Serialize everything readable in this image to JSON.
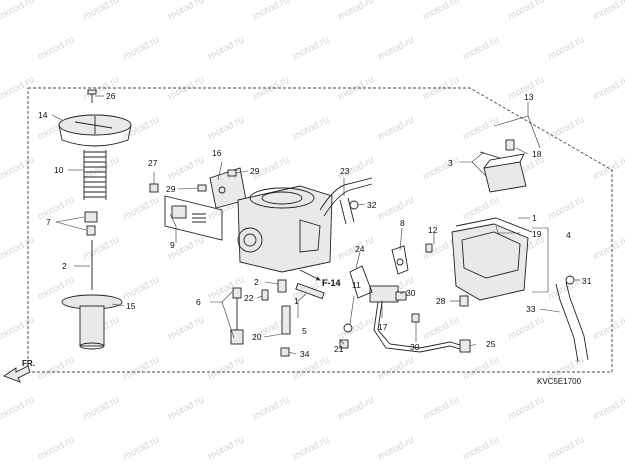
{
  "watermark": "motod.ru",
  "diagram_code": "KVC5E1700",
  "direction_label": "FR.",
  "section_ref": "F-14",
  "callouts": [
    "26",
    "14",
    "10",
    "7",
    "2",
    "15",
    "27",
    "29",
    "16",
    "29",
    "9",
    "23",
    "32",
    "8",
    "1",
    "12",
    "19",
    "4",
    "13",
    "3",
    "18",
    "2",
    "22",
    "6",
    "20",
    "34",
    "1",
    "5",
    "24",
    "11",
    "21",
    "17",
    "30",
    "30",
    "25",
    "28",
    "31",
    "33"
  ]
}
